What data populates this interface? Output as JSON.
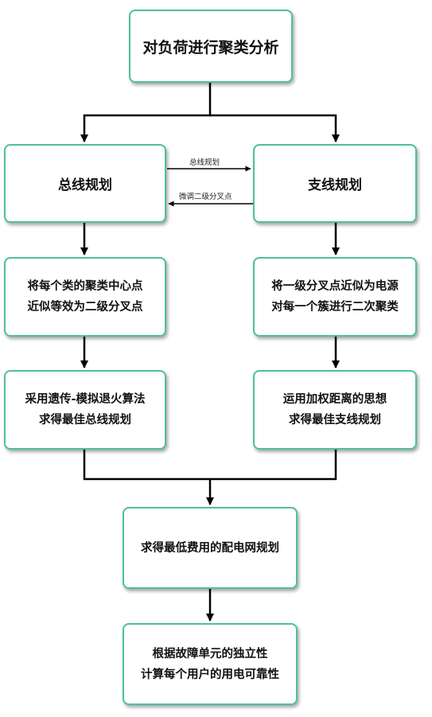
{
  "nodes": {
    "root": "对负荷进行聚类分析",
    "bus": "总线规划",
    "branch": "支线规划",
    "bus_step1": [
      "将每个类的聚类中心点",
      "近似等效为二级分叉点"
    ],
    "bus_step2": [
      "采用遗传-模拟退火算法",
      "求得最佳总线规划"
    ],
    "branch_step1": [
      "将一级分叉点近似为电源",
      "对每一个簇进行二次聚类"
    ],
    "branch_step2": [
      "运用加权距离的思想",
      "求得最佳支线规划"
    ],
    "merge": "求得最低费用的配电网规划",
    "final": [
      "根据故障单元的独立性",
      "计算每个用户的用电可靠性"
    ]
  },
  "edge_labels": {
    "bus_to_branch": "总线规划",
    "branch_to_bus": "微调二级分叉点"
  },
  "colors": {
    "border": "#4dbfa1",
    "arrow": "#000000"
  }
}
